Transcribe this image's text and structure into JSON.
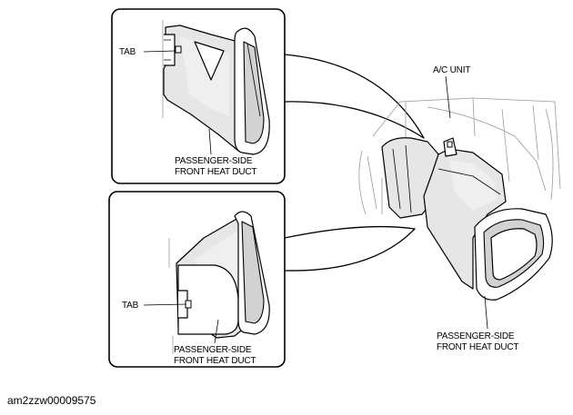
{
  "labels": {
    "tab_top": "TAB",
    "duct_top_line1": "PASSENGER-SIDE",
    "duct_top_line2": "FRONT HEAT DUCT",
    "ac_unit": "A/C UNIT",
    "tab_bottom": "TAB",
    "duct_bottom_line1": "PASSENGER-SIDE",
    "duct_bottom_line2": "FRONT HEAT DUCT",
    "duct_main_line1": "PASSENGER-SIDE",
    "duct_main_line2": "FRONT HEAT DUCT"
  },
  "caption": "am2zzw00009575"
}
